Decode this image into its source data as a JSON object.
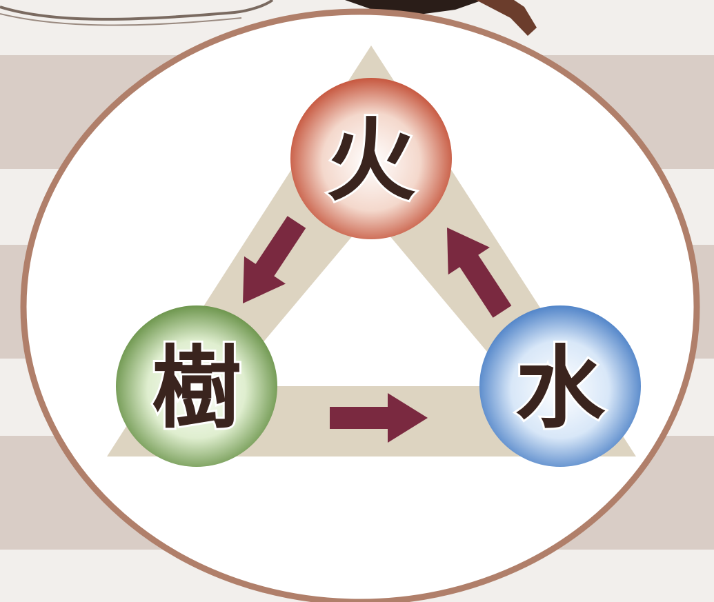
{
  "diagram": {
    "nodes": [
      {
        "id": "fire",
        "label": "火",
        "color": "#c0462c",
        "highlight": "#f4d8cc"
      },
      {
        "id": "tree",
        "label": "樹",
        "color": "#5e8a3c",
        "highlight": "#dfeecf"
      },
      {
        "id": "water",
        "label": "水",
        "color": "#3f77c2",
        "highlight": "#d8e7f8"
      }
    ],
    "edges": [
      {
        "from": "fire",
        "to": "tree"
      },
      {
        "from": "tree",
        "to": "water"
      },
      {
        "from": "water",
        "to": "fire"
      }
    ]
  },
  "colors": {
    "background_stripe": "#d9cdc6",
    "background": "#f2efec",
    "ring": "#b07f6a",
    "triangle": "#ddd4c1",
    "arrow": "#7a2940",
    "glyph": "#3a241e"
  }
}
